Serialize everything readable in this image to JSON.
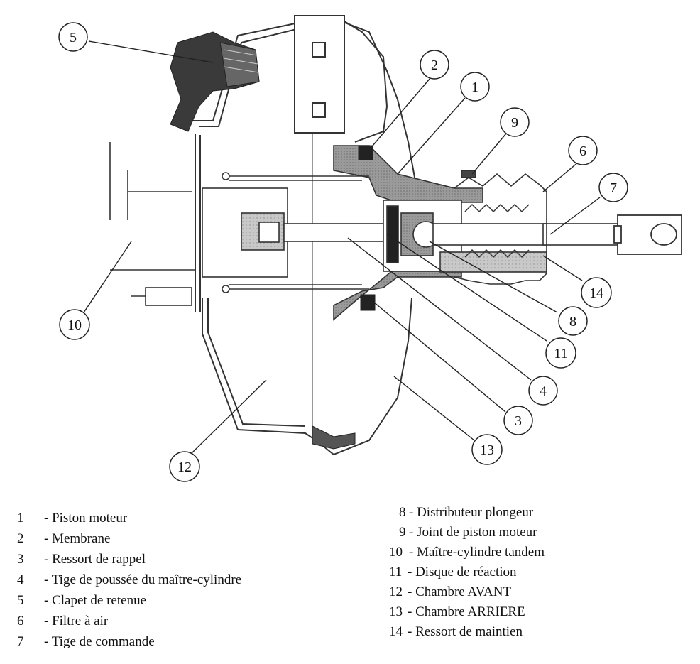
{
  "callouts": [
    "1",
    "2",
    "3",
    "4",
    "5",
    "6",
    "7",
    "8",
    "9",
    "10",
    "11",
    "12",
    "13",
    "14"
  ],
  "legend_left": [
    {
      "num": "1",
      "text": "- Piston moteur"
    },
    {
      "num": "2",
      "text": "- Membrane"
    },
    {
      "num": "3",
      "text": "- Ressort de rappel"
    },
    {
      "num": "4",
      "text": "- Tige de poussée du maître-cylindre"
    },
    {
      "num": "5",
      "text": "- Clapet de retenue"
    },
    {
      "num": "6",
      "text": "- Filtre à air"
    },
    {
      "num": "7",
      "text": "- Tige de commande"
    }
  ],
  "legend_right": [
    {
      "num": "8",
      "text": "- Distributeur plongeur"
    },
    {
      "num": "9",
      "text": "- Joint de piston moteur"
    },
    {
      "num": "10",
      "text": "-  Maître-cylindre tandem"
    },
    {
      "num": "11",
      "text": "- Disque de réaction"
    },
    {
      "num": "12",
      "text": "- Chambre AVANT"
    },
    {
      "num": "13",
      "text": "- Chambre ARRIERE"
    },
    {
      "num": "14",
      "text": "- Ressort de maintien"
    }
  ]
}
